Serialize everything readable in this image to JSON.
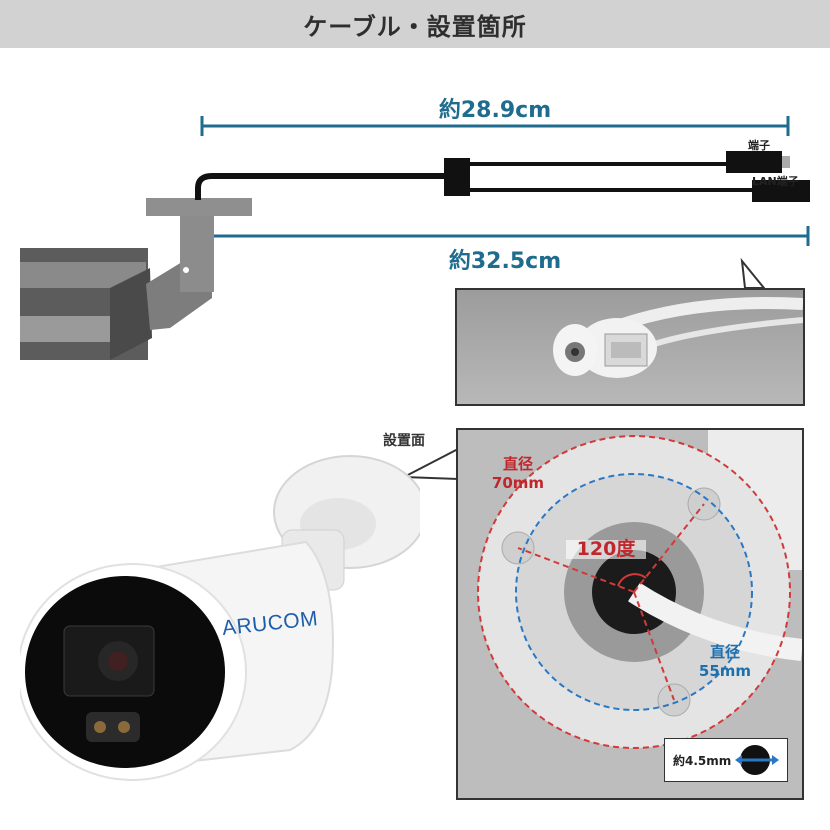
{
  "header": {
    "title": "ケーブル・設置箇所"
  },
  "cable": {
    "length_upper": "約28.9cm",
    "length_lower": "約32.5cm",
    "terminal_label": "端子",
    "lan_terminal_label": "LAN端子"
  },
  "install": {
    "surface_label": "設置面",
    "diameter_outer_label": "直径",
    "diameter_outer_value": "70mm",
    "diameter_inner_label": "直径",
    "diameter_inner_value": "55mm",
    "angle_label": "120度",
    "screw_label": "約4.5mm"
  },
  "camera": {
    "brand": "ARUCOM"
  },
  "colors": {
    "dimension_blue": "#1f6c8e",
    "outer_red": "#d23a3a",
    "inner_blue": "#2a78c4"
  }
}
